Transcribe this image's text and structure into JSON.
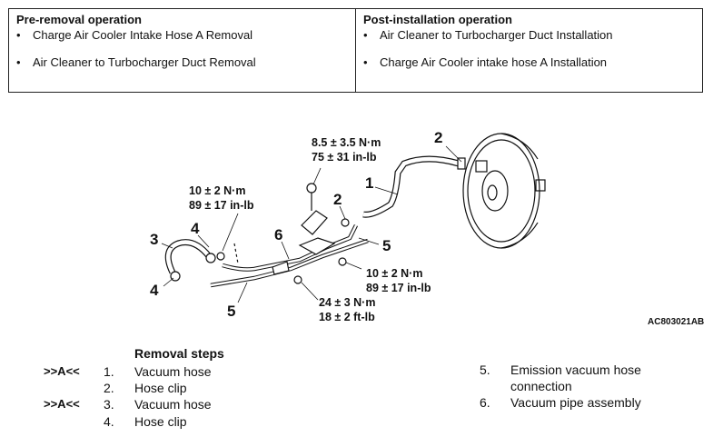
{
  "pre_removal": {
    "heading": "Pre-removal operation",
    "items": [
      "Charge Air Cooler Intake Hose A Removal",
      "Air Cleaner to Turbocharger Duct Removal"
    ]
  },
  "post_installation": {
    "heading": "Post-installation operation",
    "items": [
      "Air Cleaner to Turbocharger Duct Installation",
      "Charge Air Cooler intake hose A  Installation"
    ]
  },
  "bullet": "•",
  "diagram": {
    "torque_top": [
      "8.5 ± 3.5 N·m",
      "75 ± 31 in-lb"
    ],
    "torque_left": [
      "10 ± 2 N·m",
      "89 ± 17 in-lb"
    ],
    "torque_right": [
      "10 ± 2 N·m",
      "89 ± 17 in-lb"
    ],
    "torque_bottom": [
      "24 ± 3 N·m",
      "18 ± 2 ft-lb"
    ],
    "callouts": [
      "1",
      "2",
      "2",
      "3",
      "4",
      "4",
      "5",
      "5",
      "6"
    ],
    "code": "AC803021AB"
  },
  "removal": {
    "title": "Removal steps",
    "steps_left": [
      {
        "marker": ">>A<<",
        "num": "1.",
        "text": "Vacuum hose"
      },
      {
        "marker": "",
        "num": "2.",
        "text": "Hose clip"
      },
      {
        "marker": ">>A<<",
        "num": "3.",
        "text": "Vacuum hose"
      },
      {
        "marker": "",
        "num": "4.",
        "text": "Hose clip"
      }
    ],
    "steps_right": [
      {
        "num": "5.",
        "text_lines": [
          "Emission vacuum hose",
          "connection"
        ]
      },
      {
        "num": "6.",
        "text_lines": [
          "Vacuum pipe assembly"
        ]
      }
    ]
  }
}
